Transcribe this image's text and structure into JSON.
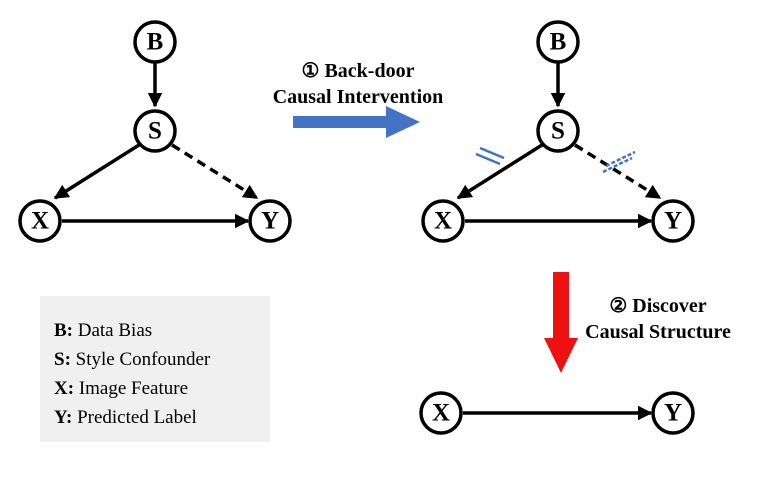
{
  "colors": {
    "intervention_arrow": "#4472C4",
    "discover_arrow": "#EE1111",
    "cut_marks": "#4472C4"
  },
  "nodes": {
    "B": "B",
    "S": "S",
    "X": "X",
    "Y": "Y"
  },
  "steps": {
    "intervention": {
      "line1": "① Back-door",
      "line2": "Causal Intervention"
    },
    "discover": {
      "line1": "② Discover",
      "line2": "Causal Structure"
    }
  },
  "legend": [
    {
      "key": "B:",
      "text": "Data Bias"
    },
    {
      "key": "S:",
      "text": "Style Confounder"
    },
    {
      "key": "X:",
      "text": "Image Feature"
    },
    {
      "key": "Y:",
      "text": "Predicted Label"
    }
  ]
}
